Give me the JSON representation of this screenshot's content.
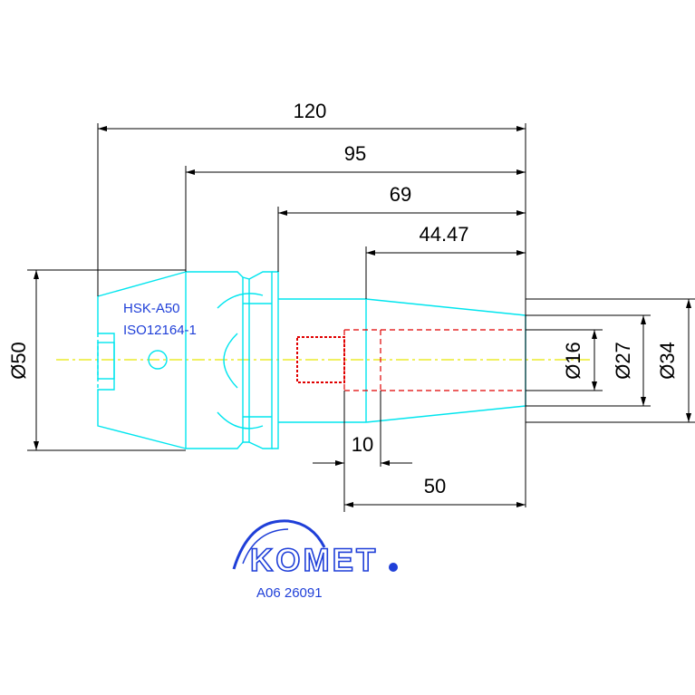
{
  "drawing": {
    "dimensions": {
      "len_120": "120",
      "len_95": "95",
      "len_69": "69",
      "len_44": "44.47",
      "len_10": "10",
      "len_50": "50",
      "dia_50": "Ø50",
      "dia_16": "Ø16",
      "dia_27": "Ø27",
      "dia_34": "Ø34"
    },
    "labels": {
      "standard": "HSK-A50",
      "iso": "ISO12164-1"
    },
    "logo": {
      "brand": "KOMET",
      "part_number": "A06 26091"
    },
    "colors": {
      "part_outline": "#00e5ee",
      "hidden_lines": "#e00000",
      "centerline": "#e6e600",
      "dimensions": "#000000",
      "text_blue": "#1f3fd8"
    }
  }
}
